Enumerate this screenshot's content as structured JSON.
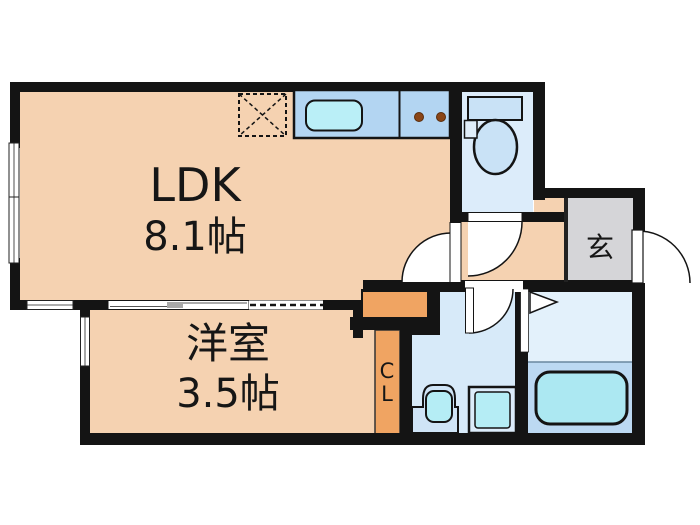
{
  "plan": {
    "title": "1LDK apartment floor plan",
    "rooms": {
      "ldk": {
        "name": "LDK",
        "size": "8.1帖"
      },
      "western_room": {
        "name": "洋室",
        "size": "3.5帖"
      },
      "entrance": {
        "label": "玄"
      },
      "closet": {
        "c": "C",
        "l": "L"
      }
    },
    "fixtures": [
      "kitchen-counter",
      "kitchen-sink",
      "stove-burners",
      "refrigerator-space",
      "toilet",
      "bathtub",
      "washbasin",
      "washing-machine-pan"
    ],
    "colors": {
      "wall": "#141414",
      "floor_peach": "#f5d2b1",
      "closet_orange": "#f0a462",
      "entrance_gray": "#d5d5d8",
      "counter_blue": "#b3d5f2",
      "water_cyan": "#b5edf5",
      "toilet_floor": "#dcecfa",
      "washroom_floor": "#d7eaf9",
      "bath_upper": "#e3f1fb",
      "bath_lower": "#bcd9f2",
      "fixture_blue": "#c9e2f6",
      "burner_brown": "#8a4516"
    }
  }
}
